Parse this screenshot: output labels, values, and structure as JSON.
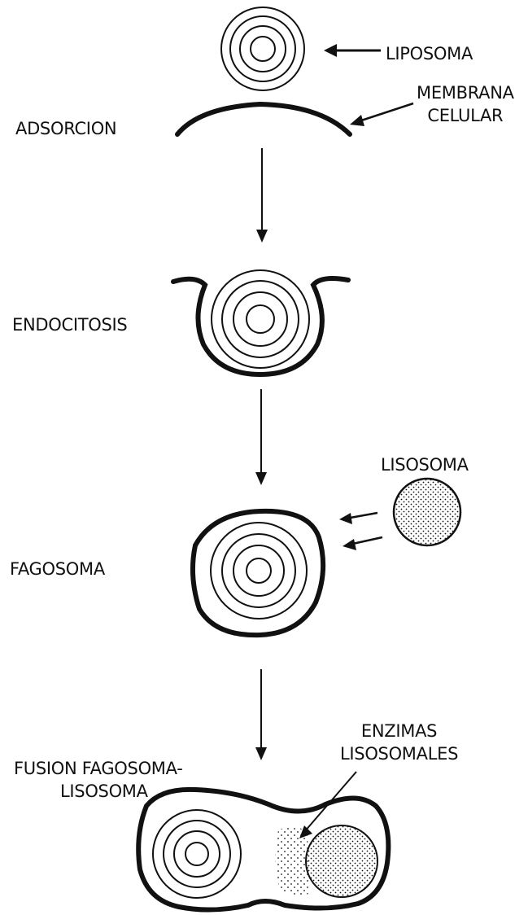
{
  "labels": {
    "liposoma": "LIPOSOMA",
    "membrana_line1": "MEMBRANA",
    "membrana_line2": "CELULAR",
    "adsorcion": "ADSORCION",
    "endocitosis": "ENDOCITOSIS",
    "lisosoma": "LISOSOMA",
    "fagosoma": "FAGOSOMA",
    "fusion_line1": "FUSION FAGOSOMA-",
    "fusion_line2": "LISOSOMA",
    "enzimas_line1": "ENZIMAS",
    "enzimas_line2": "LISOSOMALES"
  },
  "colors": {
    "ink": "#111111",
    "background": "#ffffff"
  }
}
